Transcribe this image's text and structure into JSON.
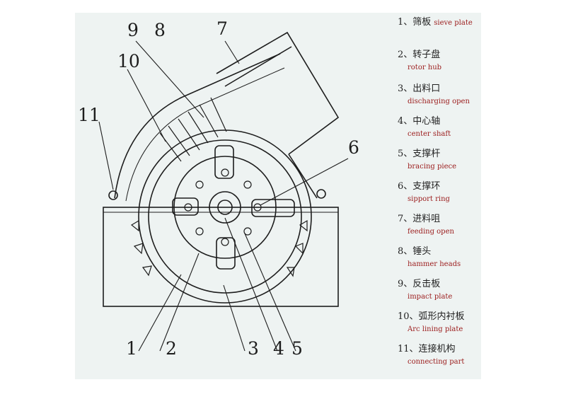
{
  "callouts": [
    "1",
    "2",
    "3",
    "4",
    "5",
    "6",
    "7",
    "8",
    "9",
    "10",
    "11"
  ],
  "legend": [
    {
      "cn": "1、筛板",
      "en": "sieve plate"
    },
    {
      "cn": "2、转子盘",
      "en": "rotor hub"
    },
    {
      "cn": "3、出料口",
      "en": "discharging open"
    },
    {
      "cn": "4、中心轴",
      "en": "center shaft"
    },
    {
      "cn": "5、支撑杆",
      "en": "bracing piece"
    },
    {
      "cn": "6、支撑环",
      "en": "sipport ring"
    },
    {
      "cn": "7、进料咀",
      "en": "feeding open"
    },
    {
      "cn": "8、锤头",
      "en": "hammer heads"
    },
    {
      "cn": "9、反击板",
      "en": "impact plate"
    },
    {
      "cn": "10、弧形内衬板",
      "en": "Arc lining plate"
    },
    {
      "cn": "11、连接机构",
      "en": "connecting part"
    }
  ],
  "colors": {
    "ink": "#1d1d1d",
    "english_text": "#9b1c1c",
    "background": "#eef3f2"
  }
}
